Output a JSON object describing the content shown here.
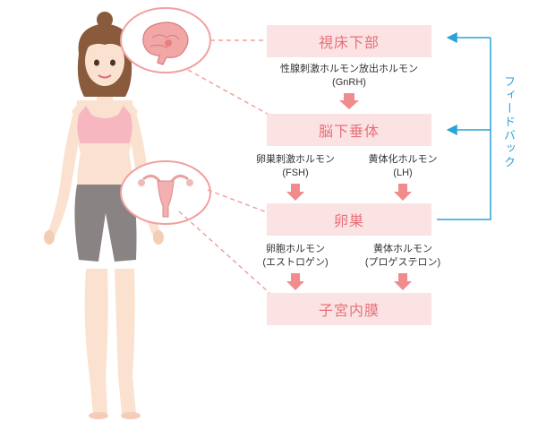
{
  "boxes": {
    "hypothalamus": "視床下部",
    "pituitary": "脳下垂体",
    "ovary": "卵巣",
    "endometrium": "子宮内膜"
  },
  "hormones": {
    "gnrh": {
      "name": "性腺刺激ホルモン放出ホルモン",
      "abbr": "(GnRH)"
    },
    "fsh": {
      "name": "卵巣刺激ホルモン",
      "abbr": "(FSH)"
    },
    "lh": {
      "name": "黄体化ホルモン",
      "abbr": "(LH)"
    },
    "estrogen": {
      "name": "卵胞ホルモン",
      "abbr": "(エストロゲン)"
    },
    "progesterone": {
      "name": "黄体ホルモン",
      "abbr": "(プロゲステロン)"
    }
  },
  "feedback": {
    "label": "フィードバック"
  },
  "colors": {
    "box_fill": "#fbe3e4",
    "box_text": "#e86f78",
    "arrow": "#f08c8c",
    "leader_line": "#f2a0a0",
    "feedback": "#2aa3d9",
    "skin": "#fbe1cf",
    "hair": "#8a5a3c",
    "top": "#f6b7c1",
    "shorts": "#8a8384"
  },
  "icons": {
    "figure": "woman-figure-icon",
    "brain": "brain-icon",
    "uterus": "uterus-icon"
  }
}
